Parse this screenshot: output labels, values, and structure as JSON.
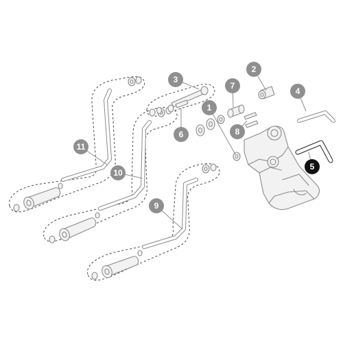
{
  "callouts": [
    {
      "id": "1",
      "label": "1",
      "highlight": false
    },
    {
      "id": "2",
      "label": "2",
      "highlight": false
    },
    {
      "id": "3",
      "label": "3",
      "highlight": false
    },
    {
      "id": "4",
      "label": "4",
      "highlight": false
    },
    {
      "id": "5",
      "label": "5",
      "highlight": true
    },
    {
      "id": "6",
      "label": "6",
      "highlight": false
    },
    {
      "id": "7",
      "label": "7",
      "highlight": false
    },
    {
      "id": "8",
      "label": "8",
      "highlight": false
    },
    {
      "id": "9",
      "label": "9",
      "highlight": false
    },
    {
      "id": "10",
      "label": "10",
      "highlight": false
    },
    {
      "id": "11",
      "label": "11",
      "highlight": false
    }
  ],
  "colors": {
    "callout_fill": "#8f8f8f",
    "callout_highlight_fill": "#111111",
    "part_stroke": "#8a8a8a",
    "outline": "#444444"
  }
}
